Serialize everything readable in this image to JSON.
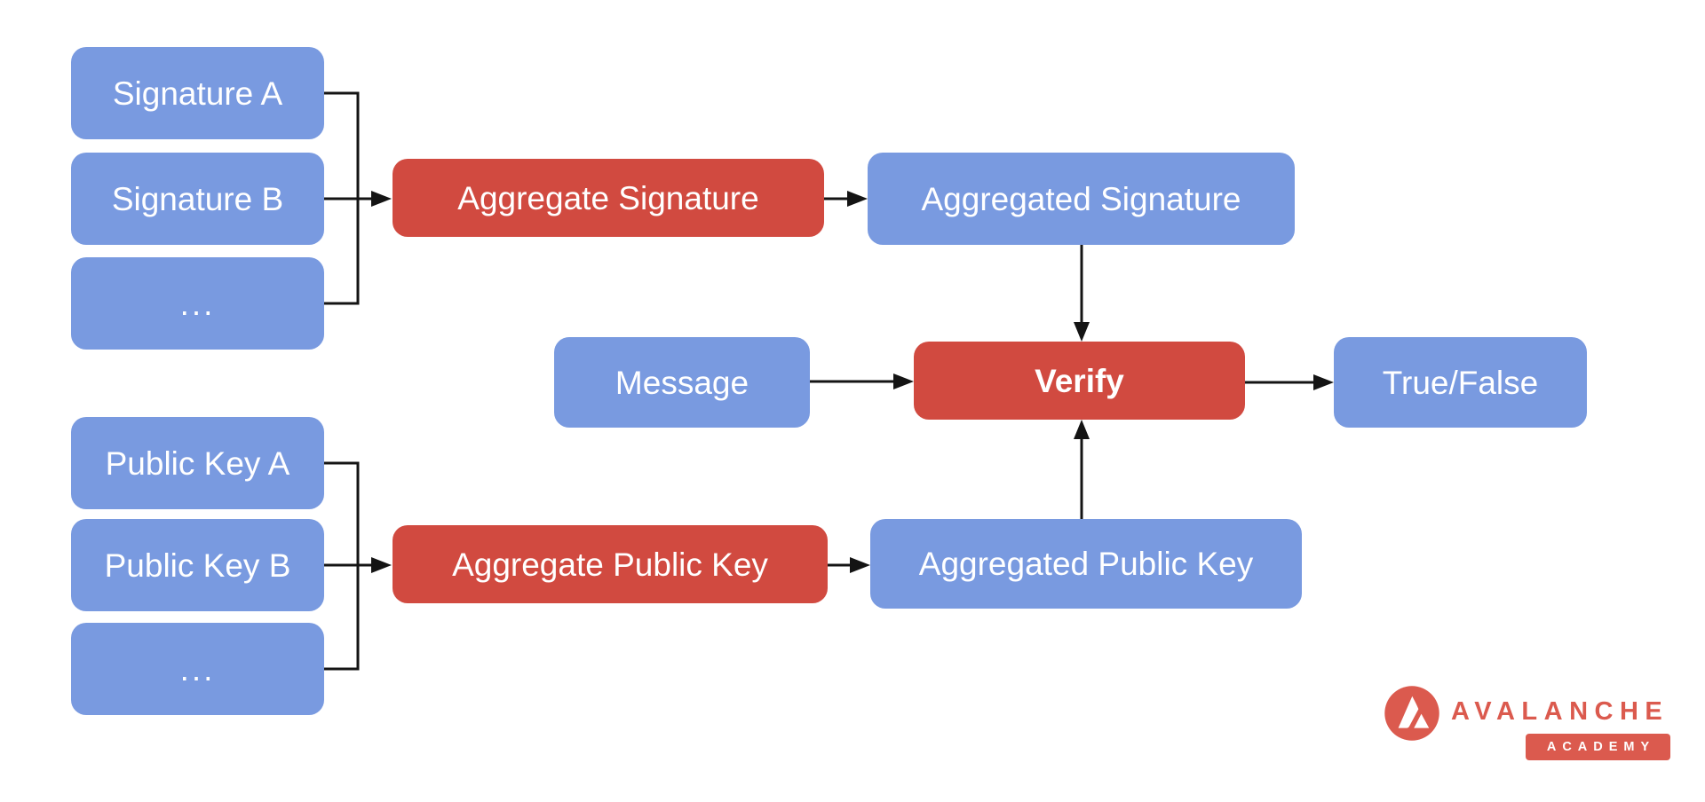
{
  "colors": {
    "node_blue": "#799AE0",
    "node_red": "#D14A40",
    "logo_red": "#DB5A4E",
    "line_color": "#141414"
  },
  "diagram": {
    "signature_inputs": [
      {
        "label": "Signature A"
      },
      {
        "label": "Signature B"
      },
      {
        "label": "..."
      }
    ],
    "public_key_inputs": [
      {
        "label": "Public Key A"
      },
      {
        "label": "Public Key B"
      },
      {
        "label": "..."
      }
    ],
    "aggregate_signature": "Aggregate Signature",
    "aggregated_signature": "Aggregated Signature",
    "message": "Message",
    "verify": "Verify",
    "true_false": "True/False",
    "aggregate_public_key": "Aggregate Public Key",
    "aggregated_public_key": "Aggregated Public Key"
  },
  "logo": {
    "brand": "AVALANCHE",
    "sub": "ACADEMY"
  }
}
